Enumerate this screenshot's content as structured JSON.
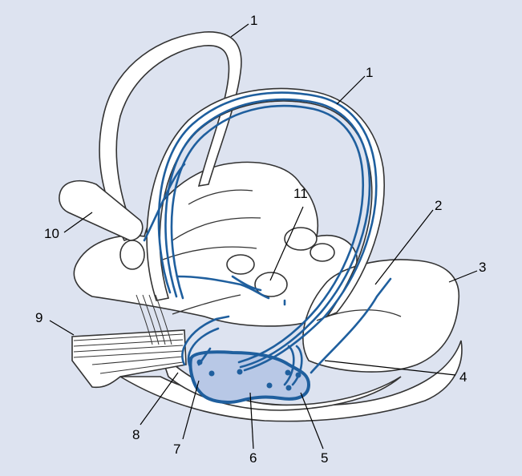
{
  "colors": {
    "background": "#dde3f0",
    "tract": "#1f5f9e",
    "nucleus_fill": "#b8c8e6"
  },
  "labels": [
    {
      "id": "l1a",
      "text": "1"
    },
    {
      "id": "l1b",
      "text": "1"
    },
    {
      "id": "l2",
      "text": "2"
    },
    {
      "id": "l3",
      "text": "3"
    },
    {
      "id": "l4",
      "text": "4"
    },
    {
      "id": "l5",
      "text": "5"
    },
    {
      "id": "l6",
      "text": "6"
    },
    {
      "id": "l7",
      "text": "7"
    },
    {
      "id": "l8",
      "text": "8"
    },
    {
      "id": "l9",
      "text": "9"
    },
    {
      "id": "l10",
      "text": "10"
    },
    {
      "id": "l11",
      "text": "11"
    }
  ]
}
